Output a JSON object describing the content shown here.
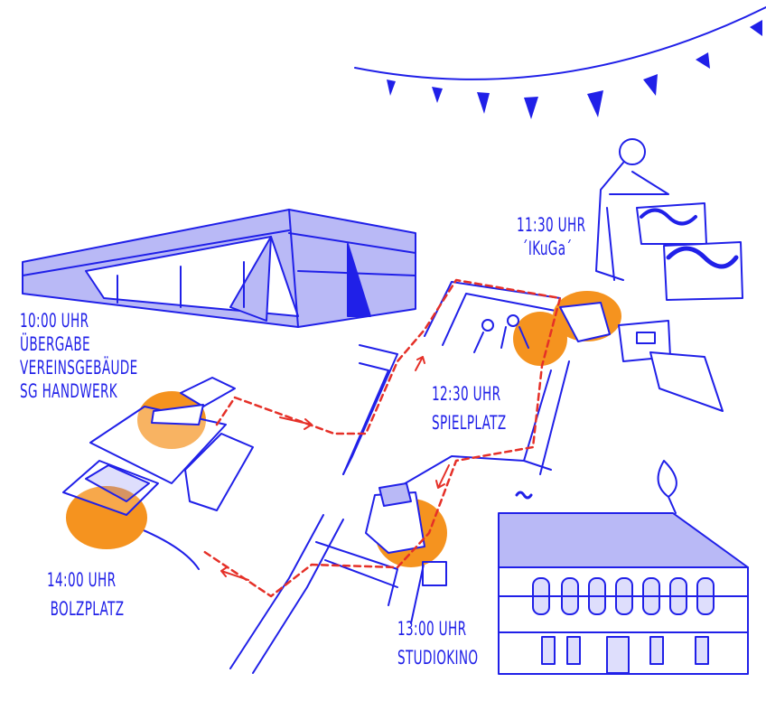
{
  "colors": {
    "ink": "#2020e8",
    "fill": "#b9b9f6",
    "accent": "#f5931f",
    "route": "#e53028"
  },
  "stops": [
    {
      "time": "10:00 UHR",
      "lines": [
        "ÜBERGABE",
        "VEREINSGEBÄUDE",
        "SG HANDWERK"
      ]
    },
    {
      "time": "11:30 UHR",
      "lines": [
        "´IKuGa´"
      ]
    },
    {
      "time": "12:30 UHR",
      "lines": [
        "SPIELPLATZ"
      ]
    },
    {
      "time": "13:00 UHR",
      "lines": [
        "STUDIOKINO"
      ]
    },
    {
      "time": "14:00 UHR",
      "lines": [
        "BOLZPLATZ"
      ]
    }
  ]
}
